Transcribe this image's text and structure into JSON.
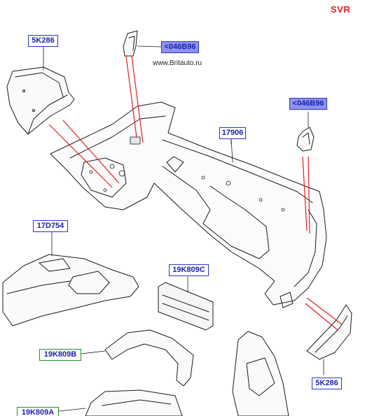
{
  "badge": "SVR",
  "watermark": "www.Britauto.ru",
  "callouts": {
    "c_5k286_top": "5K286",
    "c_046b96_top": "<046B96",
    "c_046b96_right": "<046B96",
    "c_17906": "17906",
    "c_17d754": "17D754",
    "c_19k809c": "19K809C",
    "c_19k809b": "19K809B",
    "c_5k286_bottom": "5K286",
    "c_19k809a": "19K809A"
  },
  "colors": {
    "callout_border": "#2b34c9",
    "callout_border_green": "#2a8a2e",
    "callout_fill_highlight": "#8e93ef",
    "leader_red": "#e0201f",
    "badge_red": "#e0201f"
  }
}
